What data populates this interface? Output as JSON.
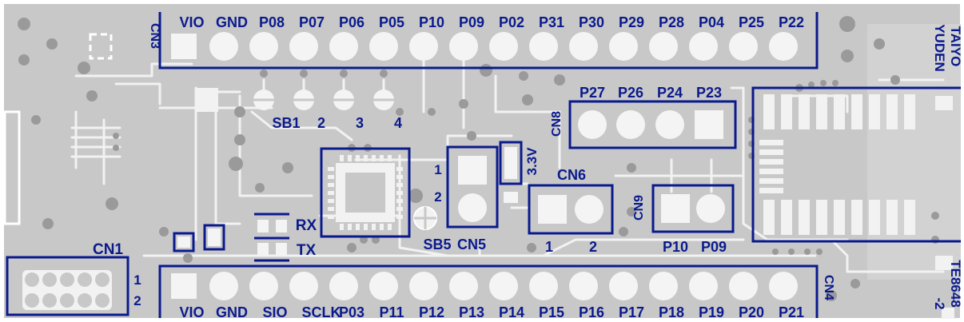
{
  "colors": {
    "board": "#c8c8c8",
    "silkscreen": "#0a1a8c",
    "copper": "#f2f2f2",
    "via": "#9a9a9a"
  },
  "brand": {
    "line1": "TAIYO",
    "line2": "YUDEN"
  },
  "part_number": {
    "line1": "TE8648",
    "line2": "-2"
  },
  "cn3": {
    "label": "CN3",
    "pins": [
      "VIO",
      "GND",
      "P08",
      "P07",
      "P06",
      "P05",
      "P10",
      "P09",
      "P02",
      "P31",
      "P30",
      "P29",
      "P28",
      "P04",
      "P25",
      "P22"
    ]
  },
  "cn4": {
    "label": "CN4",
    "pins": [
      "VIO",
      "GND",
      "SIO",
      "SCLK",
      "P03",
      "P11",
      "P12",
      "P13",
      "P14",
      "P15",
      "P16",
      "P17",
      "P18",
      "P19",
      "P20",
      "P21"
    ]
  },
  "cn1": {
    "label": "CN1",
    "pin1": "1",
    "pin2": "2"
  },
  "cn5": {
    "label": "CN5",
    "pin1": "1",
    "pin2": "2"
  },
  "cn6": {
    "label": "CN6",
    "pin1": "1",
    "pin2": "2"
  },
  "cn8": {
    "label": "CN8",
    "pins": [
      "P27",
      "P26",
      "P24",
      "P23"
    ]
  },
  "cn9": {
    "label": "CN9",
    "pins": [
      "P10",
      "P09"
    ]
  },
  "solder_bridges": {
    "sb1": "SB1",
    "sb2": "2",
    "sb3": "3",
    "sb4": "4",
    "sb5": "SB5"
  },
  "labels": {
    "rx": "RX",
    "tx": "TX",
    "v33": "3.3V"
  }
}
